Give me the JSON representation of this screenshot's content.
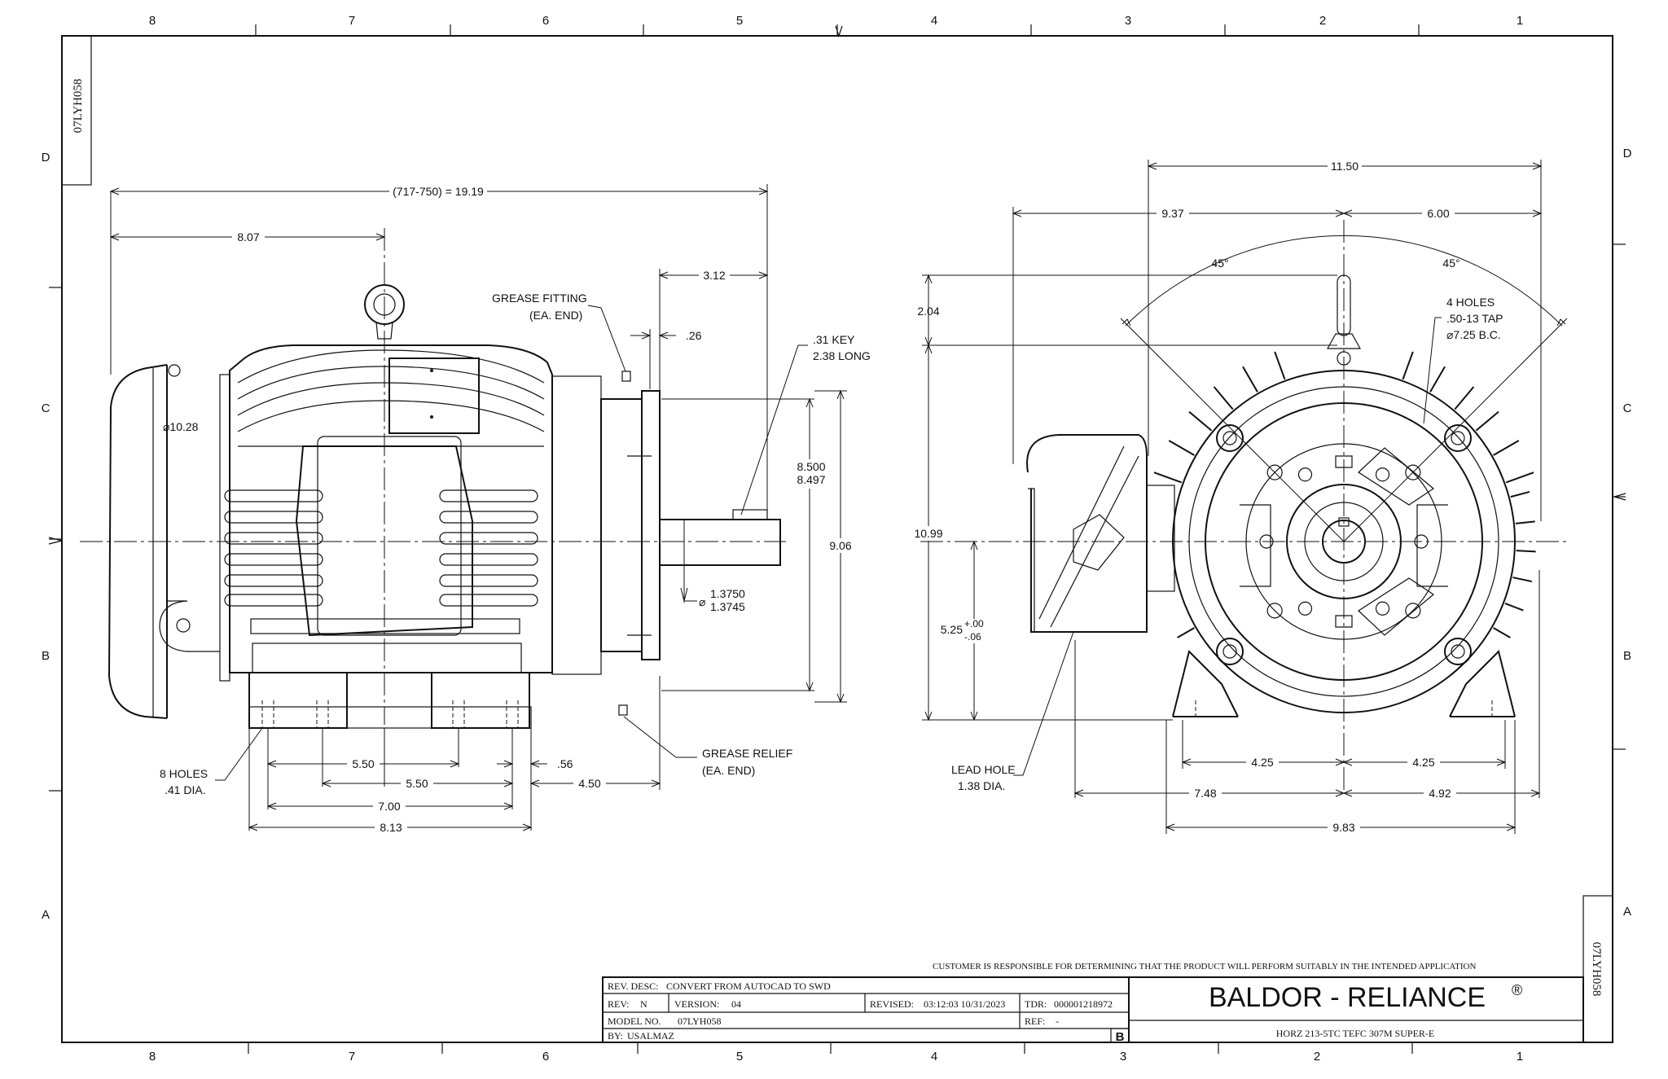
{
  "drawing_id": "07LYH058",
  "zones": {
    "top": [
      "8",
      "7",
      "6",
      "5",
      "4",
      "3",
      "2",
      "1"
    ],
    "bottom": [
      "8",
      "7",
      "6",
      "5",
      "4",
      "3",
      "2",
      "1"
    ],
    "left": [
      "D",
      "C",
      "B",
      "A"
    ],
    "right": [
      "D",
      "C",
      "B",
      "A"
    ]
  },
  "side_view": {
    "overall_length": "(717-750) = 19.19",
    "fan_to_center": "8.07",
    "shaft_ext": "3.12",
    "shoulder": ".26",
    "grease_fitting_1": "GREASE FITTING",
    "grease_fitting_2": "(EA. END)",
    "key_1": ".31 KEY",
    "key_2": "2.38 LONG",
    "fan_dia": "⌀10.28",
    "pilot_1": "8.500",
    "pilot_2": "8.497",
    "height": "9.06",
    "shaft_dia_1": "1.3750",
    "shaft_dia_2": "1.3745",
    "holes_1": "8 HOLES",
    "holes_2": ".41 DIA.",
    "foot_a": "5.50",
    "foot_b": "5.50",
    "foot_c": "7.00",
    "foot_d": "8.13",
    "relief_gap": ".56",
    "shaft_to_foot": "4.50",
    "grease_relief_1": "GREASE RELIEF",
    "grease_relief_2": "(EA. END)"
  },
  "end_view": {
    "width_overall": "11.50",
    "left_width": "9.37",
    "right_width": "6.00",
    "angle_left": "45°",
    "angle_right": "45°",
    "top_extra": "2.04",
    "overall_height": "10.99",
    "shaft_height_main": "5.25",
    "shaft_height_tol_plus": "+.00",
    "shaft_height_tol_minus": "-.06",
    "tap_1": "4 HOLES",
    "tap_2": ".50-13 TAP",
    "tap_3": "⌀7.25 B.C.",
    "lead_1": "LEAD HOLE",
    "lead_2": "1.38 DIA.",
    "foot_left": "4.25",
    "foot_right": "4.25",
    "base_left": "7.48",
    "base_right": "4.92",
    "base_width": "9.83"
  },
  "title_block": {
    "disclaimer": "CUSTOMER IS RESPONSIBLE FOR DETERMINING THAT THE PRODUCT WILL PERFORM SUITABLY IN THE INTENDED APPLICATION",
    "rev_desc_label": "REV. DESC:",
    "rev_desc": "CONVERT FROM AUTOCAD TO SWD",
    "rev_label": "REV:",
    "rev": "N",
    "version_label": "VERSION:",
    "version": "04",
    "revised_label": "REVISED:",
    "revised": "03:12:03 10/31/2023",
    "tdr_label": "TDR:",
    "tdr": "000001218972",
    "model_label": "MODEL NO.",
    "model": "07LYH058",
    "ref_label": "REF:",
    "ref": "-",
    "by_label": "BY:",
    "by": "USALMAZ",
    "size": "B",
    "company": "BALDOR - RELIANCE",
    "registered": "®",
    "description": "HORZ 213-5TC TEFC 307M SUPER-E"
  }
}
